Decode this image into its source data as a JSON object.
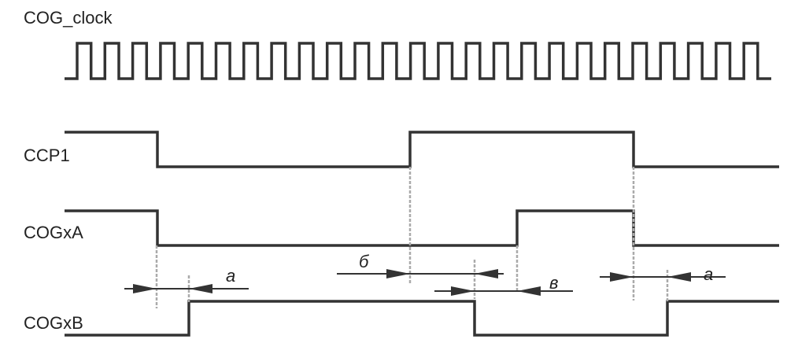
{
  "signals": {
    "clock": "COG_clock",
    "ccp1": "CCP1",
    "cogxa": "COGxA",
    "cogxb": "COGxB"
  },
  "annotations": {
    "a1": "a",
    "b": "б",
    "v": "в",
    "a2": "a"
  }
}
